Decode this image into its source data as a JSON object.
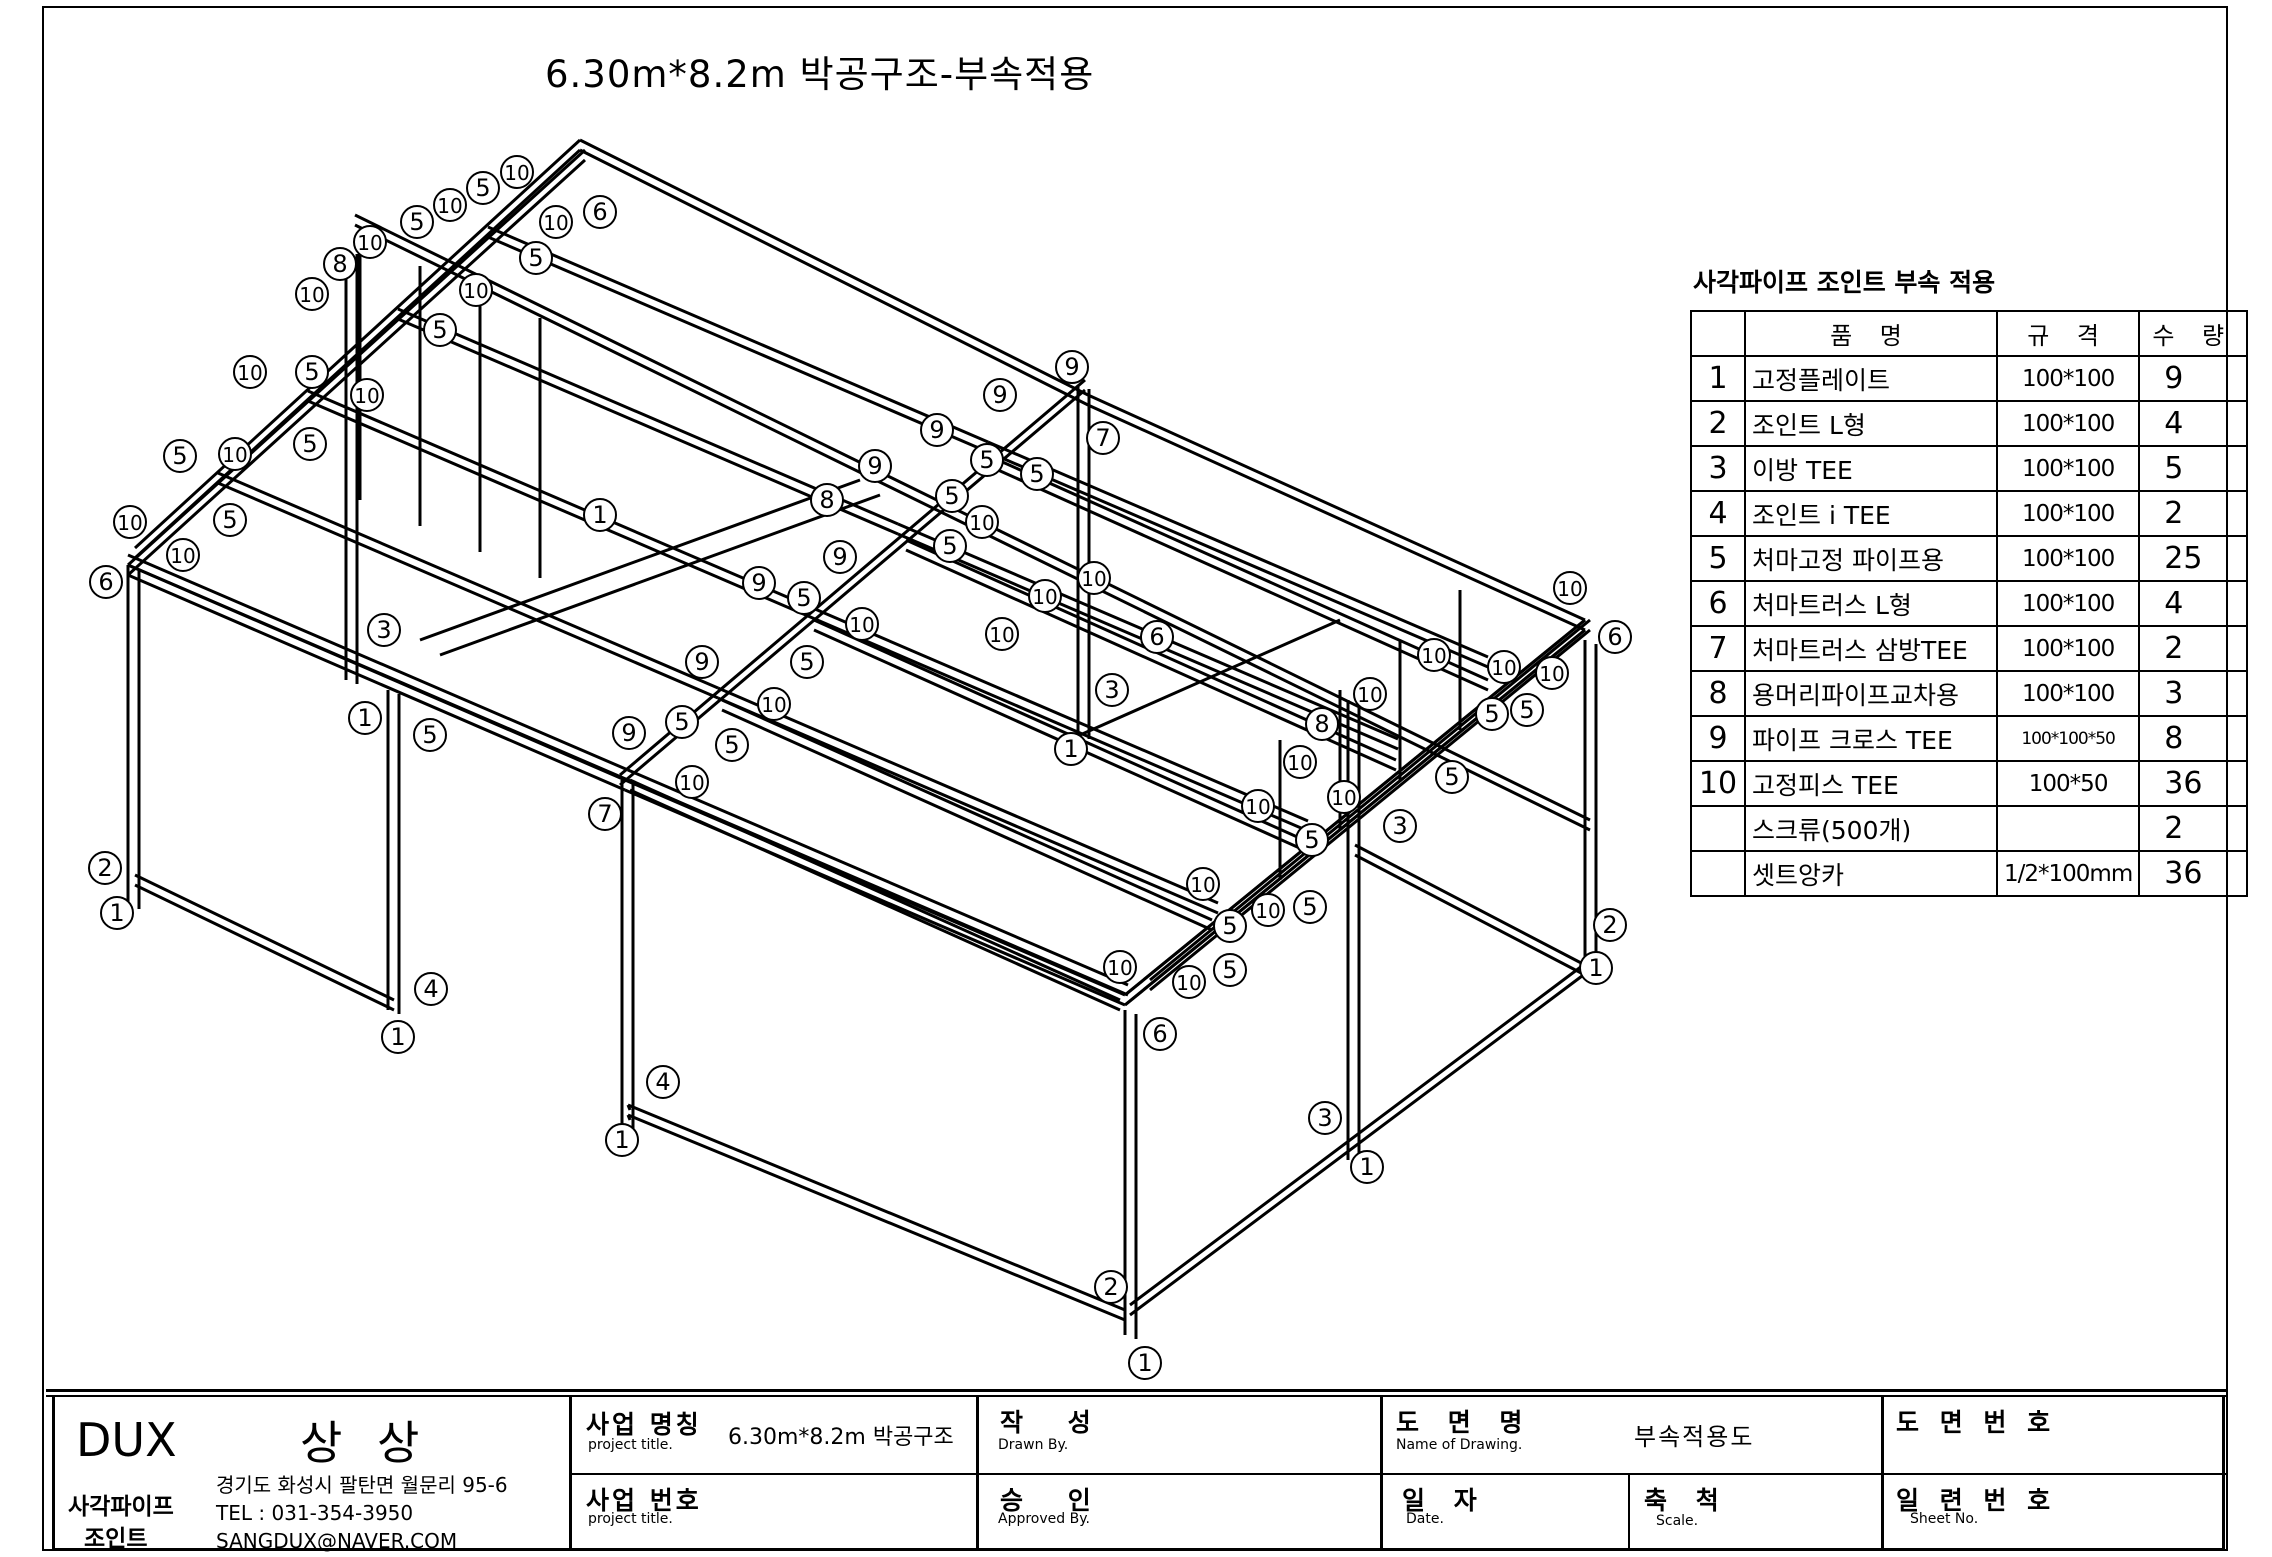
{
  "drawing": {
    "title": "6.30m*8.2m 박공구조-부속적용",
    "callouts_visible": [
      "1",
      "2",
      "3",
      "4",
      "5",
      "6",
      "7",
      "8",
      "9",
      "10"
    ]
  },
  "parts_table": {
    "caption": "사각파이프 조인트 부속 적용",
    "headers": [
      "",
      "품 명",
      "규 격",
      "수 량"
    ],
    "rows": [
      {
        "no": "1",
        "name": "고정플레이트",
        "spec": "100*100",
        "qty": "9"
      },
      {
        "no": "2",
        "name": "조인트 L형",
        "spec": "100*100",
        "qty": "4"
      },
      {
        "no": "3",
        "name": "이방 TEE",
        "spec": "100*100",
        "qty": "5"
      },
      {
        "no": "4",
        "name": "조인트 i TEE",
        "spec": "100*100",
        "qty": "2"
      },
      {
        "no": "5",
        "name": "처마고정 파이프용",
        "spec": "100*100",
        "qty": "25"
      },
      {
        "no": "6",
        "name": "처마트러스 L형",
        "spec": "100*100",
        "qty": "4"
      },
      {
        "no": "7",
        "name": "처마트러스 삼방TEE",
        "spec": "100*100",
        "qty": "2"
      },
      {
        "no": "8",
        "name": "용머리파이프교차용",
        "spec": "100*100",
        "qty": "3"
      },
      {
        "no": "9",
        "name": "파이프 크로스 TEE",
        "spec": "100*100*50",
        "qty": "8"
      },
      {
        "no": "10",
        "name": "고정피스 TEE",
        "spec": "100*50",
        "qty": "36"
      },
      {
        "no": "",
        "name": "스크류(500개)",
        "spec": "",
        "qty": "2"
      },
      {
        "no": "",
        "name": "셋트앙카",
        "spec": "1/2*100mm",
        "qty": "36"
      }
    ]
  },
  "title_block": {
    "brand": "DUX",
    "company": "상 상",
    "product_line_1": "사각파이프",
    "product_line_2": "조인트",
    "address": "경기도 화성시 팔탄면 월문리 95-6",
    "tel": "TEL : 031-354-3950",
    "email": "SANGDUX@NAVER.COM",
    "project_name_label": "사업 명칭",
    "project_name_sub": "project title.",
    "project_name_value": "6.30m*8.2m 박공구조",
    "project_no_label": "사업 번호",
    "project_no_sub": "project title.",
    "drawn_label": "작 성",
    "drawn_sub": "Drawn By.",
    "approved_label": "승 인",
    "approved_sub": "Approved By.",
    "drawing_name_label": "도 면 명",
    "drawing_name_sub": "Name of Drawing.",
    "drawing_name_value": "부속적용도",
    "date_label": "일 자",
    "date_sub": "Date.",
    "scale_label": "축 척",
    "scale_sub": "Scale.",
    "drawing_no_label": "도 면 번 호",
    "sheet_no_label": "일 련 번 호",
    "sheet_no_sub": "Sheet No."
  }
}
